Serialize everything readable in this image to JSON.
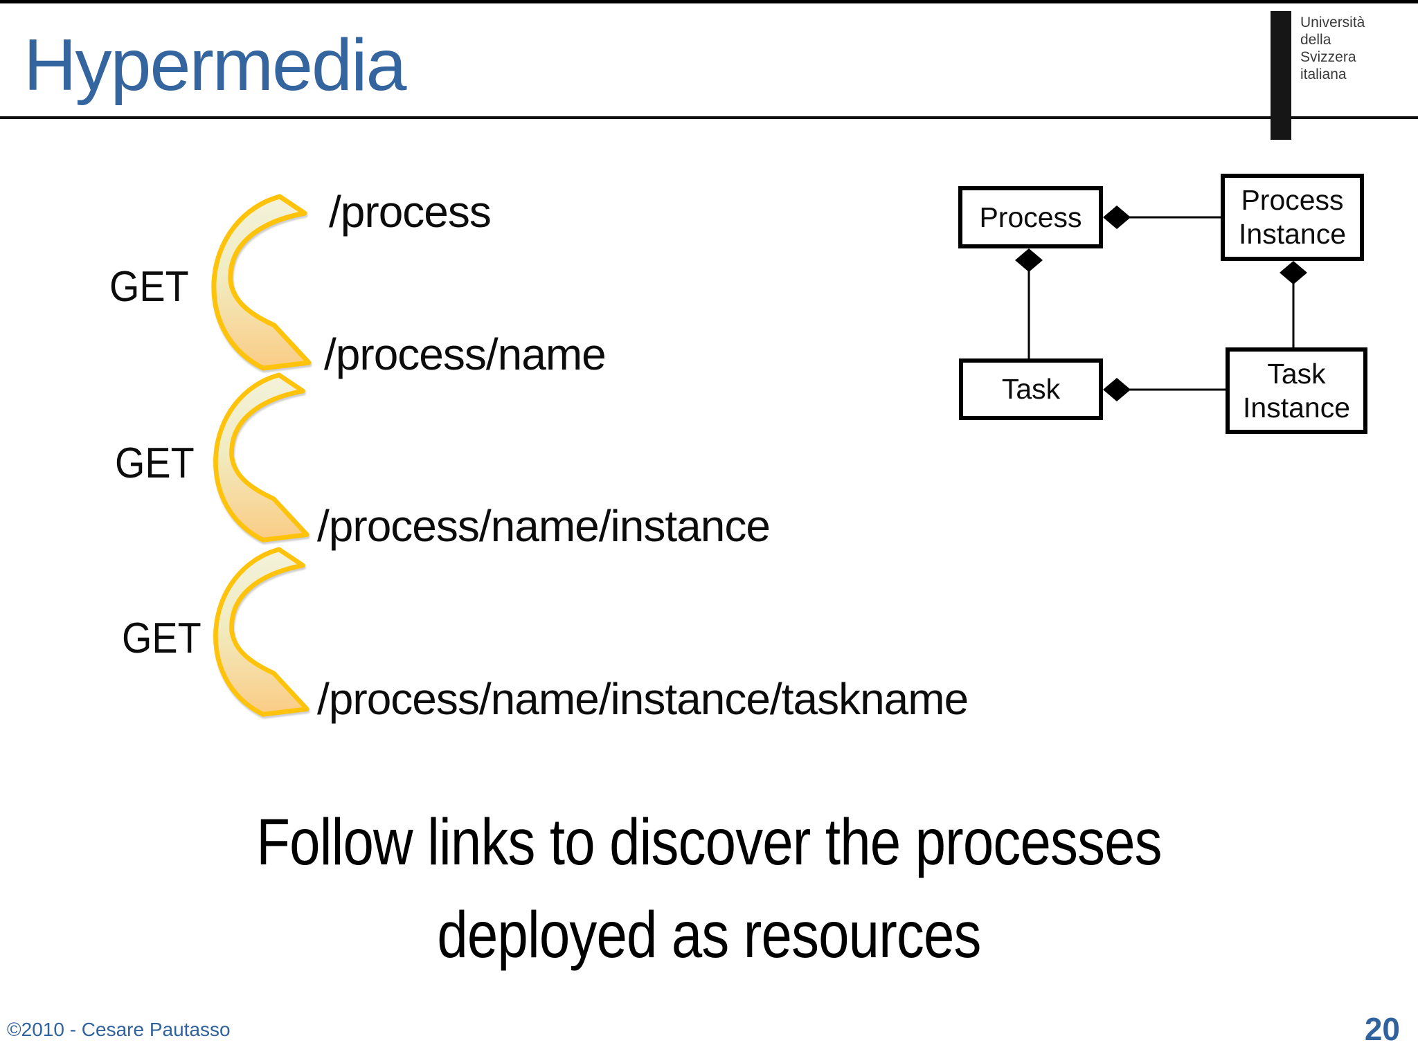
{
  "slide": {
    "title": "Hypermedia",
    "caption_line1": "Follow links to discover the processes",
    "caption_line2": "deployed as resources",
    "footer": "©2010 - Cesare Pautasso",
    "page_number": "20"
  },
  "logo": {
    "line1": "Università",
    "line2": "della",
    "line3": "Svizzera",
    "line4": "italiana"
  },
  "flow": {
    "get_labels": [
      "GET",
      "GET",
      "GET"
    ],
    "resources": [
      "/process",
      "/process/name",
      "/process/name/instance",
      "/process/name/instance/taskname"
    ]
  },
  "uml": {
    "process": "Process",
    "process_instance": [
      "Process",
      "Instance"
    ],
    "task": "Task",
    "task_instance": [
      "Task",
      "Instance"
    ]
  },
  "colors": {
    "accent_blue": "#35659f",
    "arrow_gold": "#ffc30b",
    "text_black": "#0c0c0c"
  }
}
